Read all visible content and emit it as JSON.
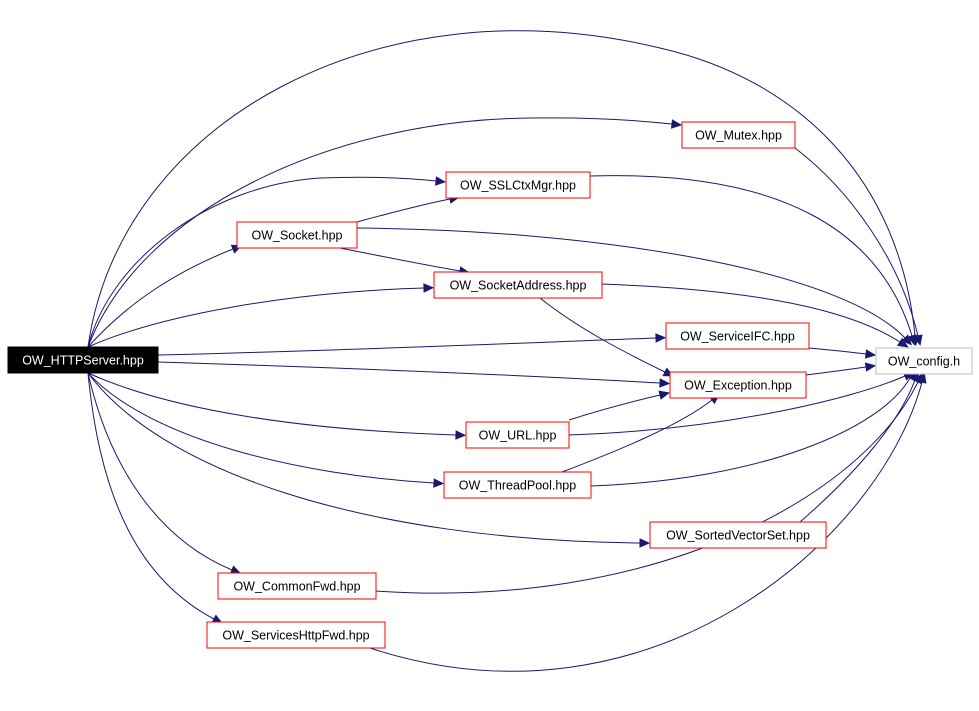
{
  "graph": {
    "nodes": [
      {
        "id": "httpserver",
        "label": "OW_HTTPServer.hpp",
        "style": "root"
      },
      {
        "id": "mutex",
        "label": "OW_Mutex.hpp",
        "style": "red"
      },
      {
        "id": "sslctx",
        "label": "OW_SSLCtxMgr.hpp",
        "style": "red"
      },
      {
        "id": "socket",
        "label": "OW_Socket.hpp",
        "style": "red"
      },
      {
        "id": "sockaddr",
        "label": "OW_SocketAddress.hpp",
        "style": "red"
      },
      {
        "id": "serviceifc",
        "label": "OW_ServiceIFC.hpp",
        "style": "red"
      },
      {
        "id": "config",
        "label": "OW_config.h",
        "style": "gray"
      },
      {
        "id": "exception",
        "label": "OW_Exception.hpp",
        "style": "red"
      },
      {
        "id": "url",
        "label": "OW_URL.hpp",
        "style": "red"
      },
      {
        "id": "threadpool",
        "label": "OW_ThreadPool.hpp",
        "style": "red"
      },
      {
        "id": "sortedvec",
        "label": "OW_SortedVectorSet.hpp",
        "style": "red"
      },
      {
        "id": "commonfwd",
        "label": "OW_CommonFwd.hpp",
        "style": "red"
      },
      {
        "id": "svchttpfwd",
        "label": "OW_ServicesHttpFwd.hpp",
        "style": "red"
      }
    ],
    "edges": [
      {
        "from": "httpserver",
        "to": "mutex"
      },
      {
        "from": "httpserver",
        "to": "config"
      },
      {
        "from": "httpserver",
        "to": "sslctx"
      },
      {
        "from": "httpserver",
        "to": "socket"
      },
      {
        "from": "httpserver",
        "to": "sockaddr"
      },
      {
        "from": "httpserver",
        "to": "serviceifc"
      },
      {
        "from": "httpserver",
        "to": "exception"
      },
      {
        "from": "httpserver",
        "to": "url"
      },
      {
        "from": "httpserver",
        "to": "threadpool"
      },
      {
        "from": "httpserver",
        "to": "sortedvec"
      },
      {
        "from": "httpserver",
        "to": "commonfwd"
      },
      {
        "from": "httpserver",
        "to": "svchttpfwd"
      },
      {
        "from": "mutex",
        "to": "config"
      },
      {
        "from": "sslctx",
        "to": "config"
      },
      {
        "from": "socket",
        "to": "sslctx"
      },
      {
        "from": "socket",
        "to": "config"
      },
      {
        "from": "socket",
        "to": "sockaddr"
      },
      {
        "from": "sockaddr",
        "to": "config"
      },
      {
        "from": "sockaddr",
        "to": "exception"
      },
      {
        "from": "serviceifc",
        "to": "config"
      },
      {
        "from": "exception",
        "to": "config"
      },
      {
        "from": "url",
        "to": "exception"
      },
      {
        "from": "url",
        "to": "config"
      },
      {
        "from": "threadpool",
        "to": "exception"
      },
      {
        "from": "threadpool",
        "to": "config"
      },
      {
        "from": "sortedvec",
        "to": "config"
      },
      {
        "from": "commonfwd",
        "to": "config"
      },
      {
        "from": "svchttpfwd",
        "to": "config"
      }
    ]
  },
  "colors": {
    "edge": "#191970",
    "node_border_red": "#ff0000",
    "node_border_gray": "#bfbfbf",
    "root_fill": "#000000",
    "root_text": "#ffffff",
    "text": "#000000"
  }
}
